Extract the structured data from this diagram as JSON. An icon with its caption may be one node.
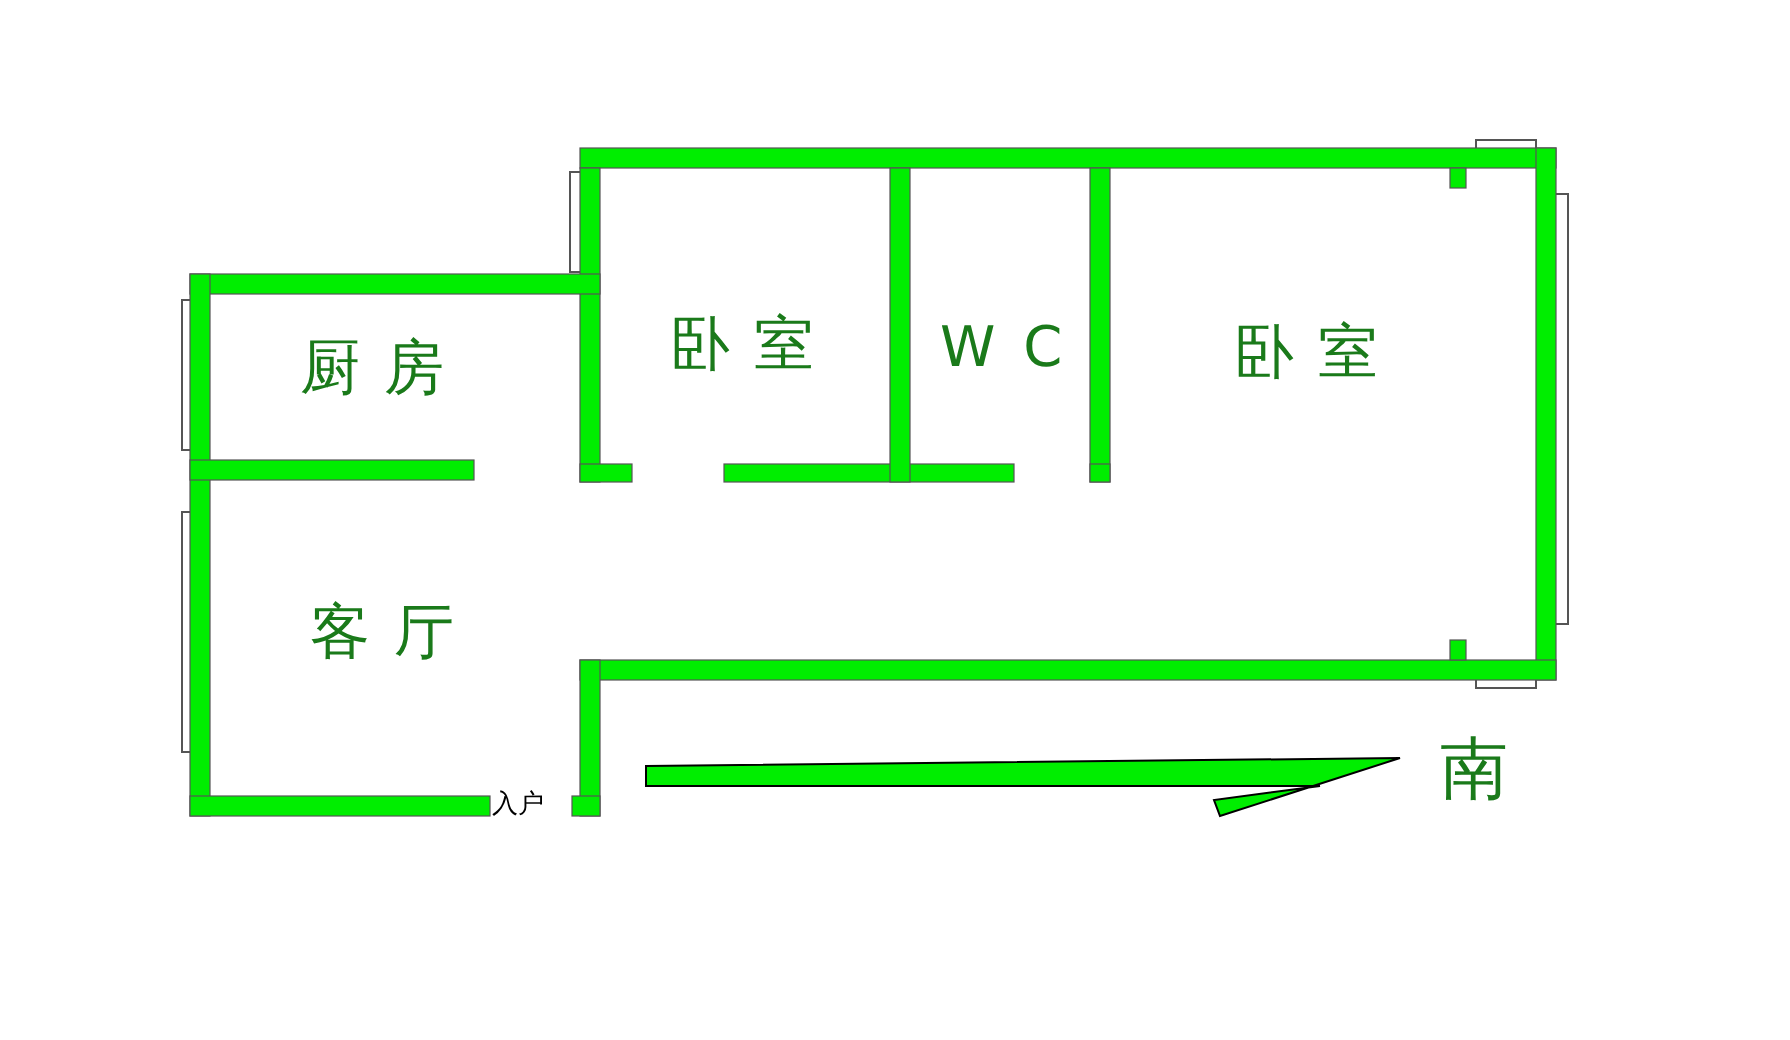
{
  "diagram": {
    "labels": [
      "卧室",
      "WC",
      "卧室",
      "厨房",
      "客厅",
      "入户",
      "南"
    ]
  }
}
